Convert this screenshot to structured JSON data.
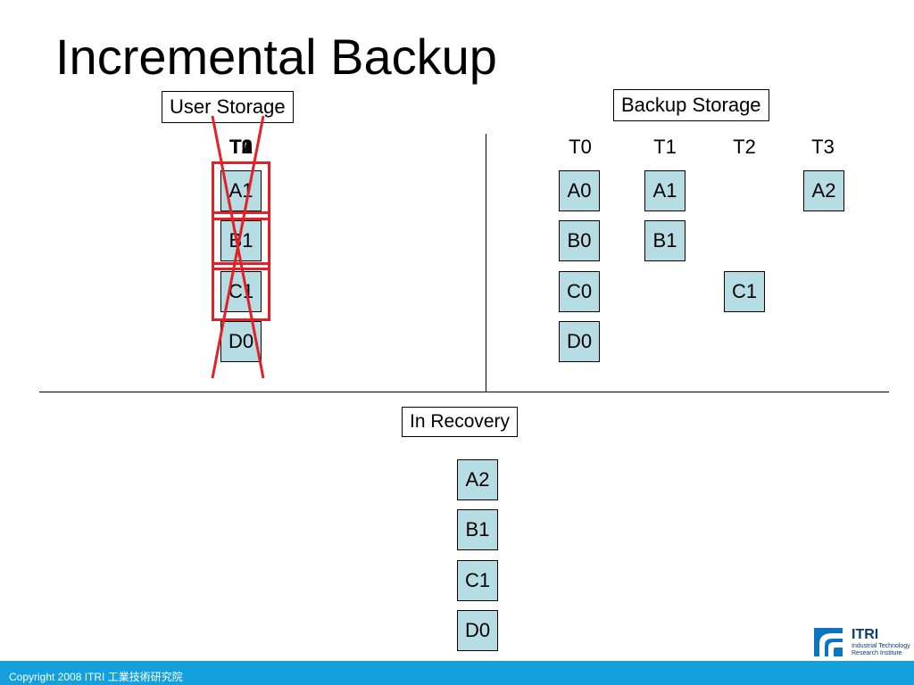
{
  "title": "Incremental Backup",
  "user_storage": {
    "label": "User Storage",
    "time_labels": [
      "T0",
      "T1",
      "T2",
      "T3"
    ],
    "blocks": [
      "A1",
      "B1",
      "C1",
      "D0"
    ]
  },
  "backup_storage": {
    "label": "Backup Storage",
    "time_headers": [
      "T0",
      "T1",
      "T2",
      "T3"
    ],
    "t0": [
      "A0",
      "B0",
      "C0",
      "D0"
    ],
    "t1": [
      "A1",
      "B1"
    ],
    "t2": [
      "C1"
    ],
    "t3": [
      "A2"
    ]
  },
  "recovery": {
    "label": "In Recovery",
    "blocks": [
      "A2",
      "B1",
      "C1",
      "D0"
    ]
  },
  "footer": {
    "copyright": "Copyright 2008 ITRI 工業技術研究院"
  },
  "logo": {
    "name": "ITRI",
    "subtitle_1": "Industrial Technology",
    "subtitle_2": "Research Institute"
  },
  "colors": {
    "block": "#b7dde4",
    "cross": "#e41f26",
    "footer": "#14a0dc"
  }
}
